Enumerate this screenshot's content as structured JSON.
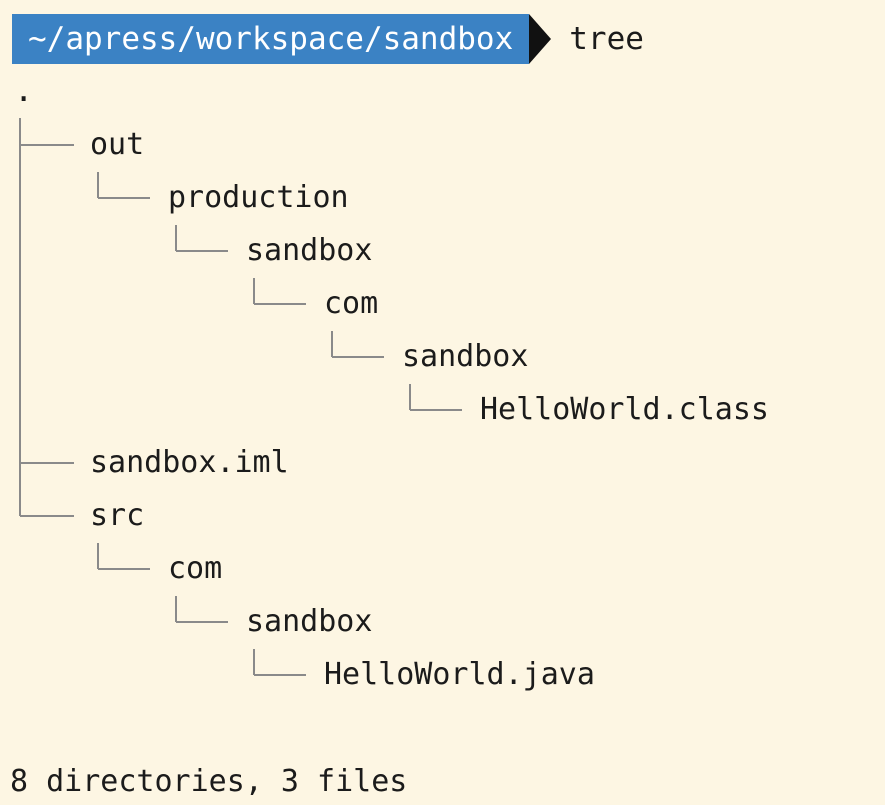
{
  "prompt": {
    "path": "~/apress/workspace/sandbox",
    "command": "tree"
  },
  "tree": {
    "root": ".",
    "nodes": [
      {
        "label": "out",
        "depth": 0
      },
      {
        "label": "production",
        "depth": 1
      },
      {
        "label": "sandbox",
        "depth": 2
      },
      {
        "label": "com",
        "depth": 3
      },
      {
        "label": "sandbox",
        "depth": 4
      },
      {
        "label": "HelloWorld.class",
        "depth": 5
      },
      {
        "label": "sandbox.iml",
        "depth": 0
      },
      {
        "label": "src",
        "depth": 0
      },
      {
        "label": "com",
        "depth": 1
      },
      {
        "label": "sandbox",
        "depth": 2
      },
      {
        "label": "HelloWorld.java",
        "depth": 3
      }
    ]
  },
  "summary": "8 directories, 3 files",
  "colors": {
    "background": "#fdf6e3",
    "prompt_path_bg": "#3b82c4",
    "prompt_path_fg": "#ffffff",
    "text": "#1b1b1b",
    "tree_lines": "#8a8a8a"
  }
}
